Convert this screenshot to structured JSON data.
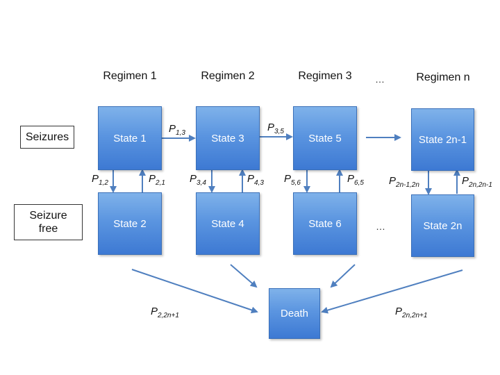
{
  "regimens": [
    "Regimen 1",
    "Regimen 2",
    "Regimen 3",
    "Regimen n"
  ],
  "header_ellipsis": "…",
  "row_labels": {
    "seizures": "Seizures",
    "seizure_free_line1": "Seizure",
    "seizure_free_line2": "free"
  },
  "states": {
    "s1": "State 1",
    "s2": "State 2",
    "s3": "State 3",
    "s4": "State 4",
    "s5": "State 5",
    "s6": "State 6",
    "s2n_1": "State 2n-1",
    "s2n": "State 2n",
    "death": "Death"
  },
  "middle_ellipsis": "…",
  "probabilities": {
    "p13": {
      "p": "P",
      "sub": "1,3"
    },
    "p35": {
      "p": "P",
      "sub": "3,5"
    },
    "p12": {
      "p": "P",
      "sub": "1,2"
    },
    "p21": {
      "p": "P",
      "sub": "2,1"
    },
    "p34": {
      "p": "P",
      "sub": "3,4"
    },
    "p43": {
      "p": "P",
      "sub": "4,3"
    },
    "p56": {
      "p": "P",
      "sub": "5,6"
    },
    "p65": {
      "p": "P",
      "sub": "6,5"
    },
    "p2n1_2n": {
      "p": "P",
      "sub": "2n-1,2n"
    },
    "p2n_2n1": {
      "p": "P",
      "sub": "2n,2n-1"
    },
    "p2_death": {
      "p": "P",
      "sub": "2,2n+1"
    },
    "p2n_death": {
      "p": "P",
      "sub": "2n,2n+1"
    }
  },
  "colors": {
    "state_fill": "#5b95e0",
    "arrow": "#4f7fbf"
  }
}
